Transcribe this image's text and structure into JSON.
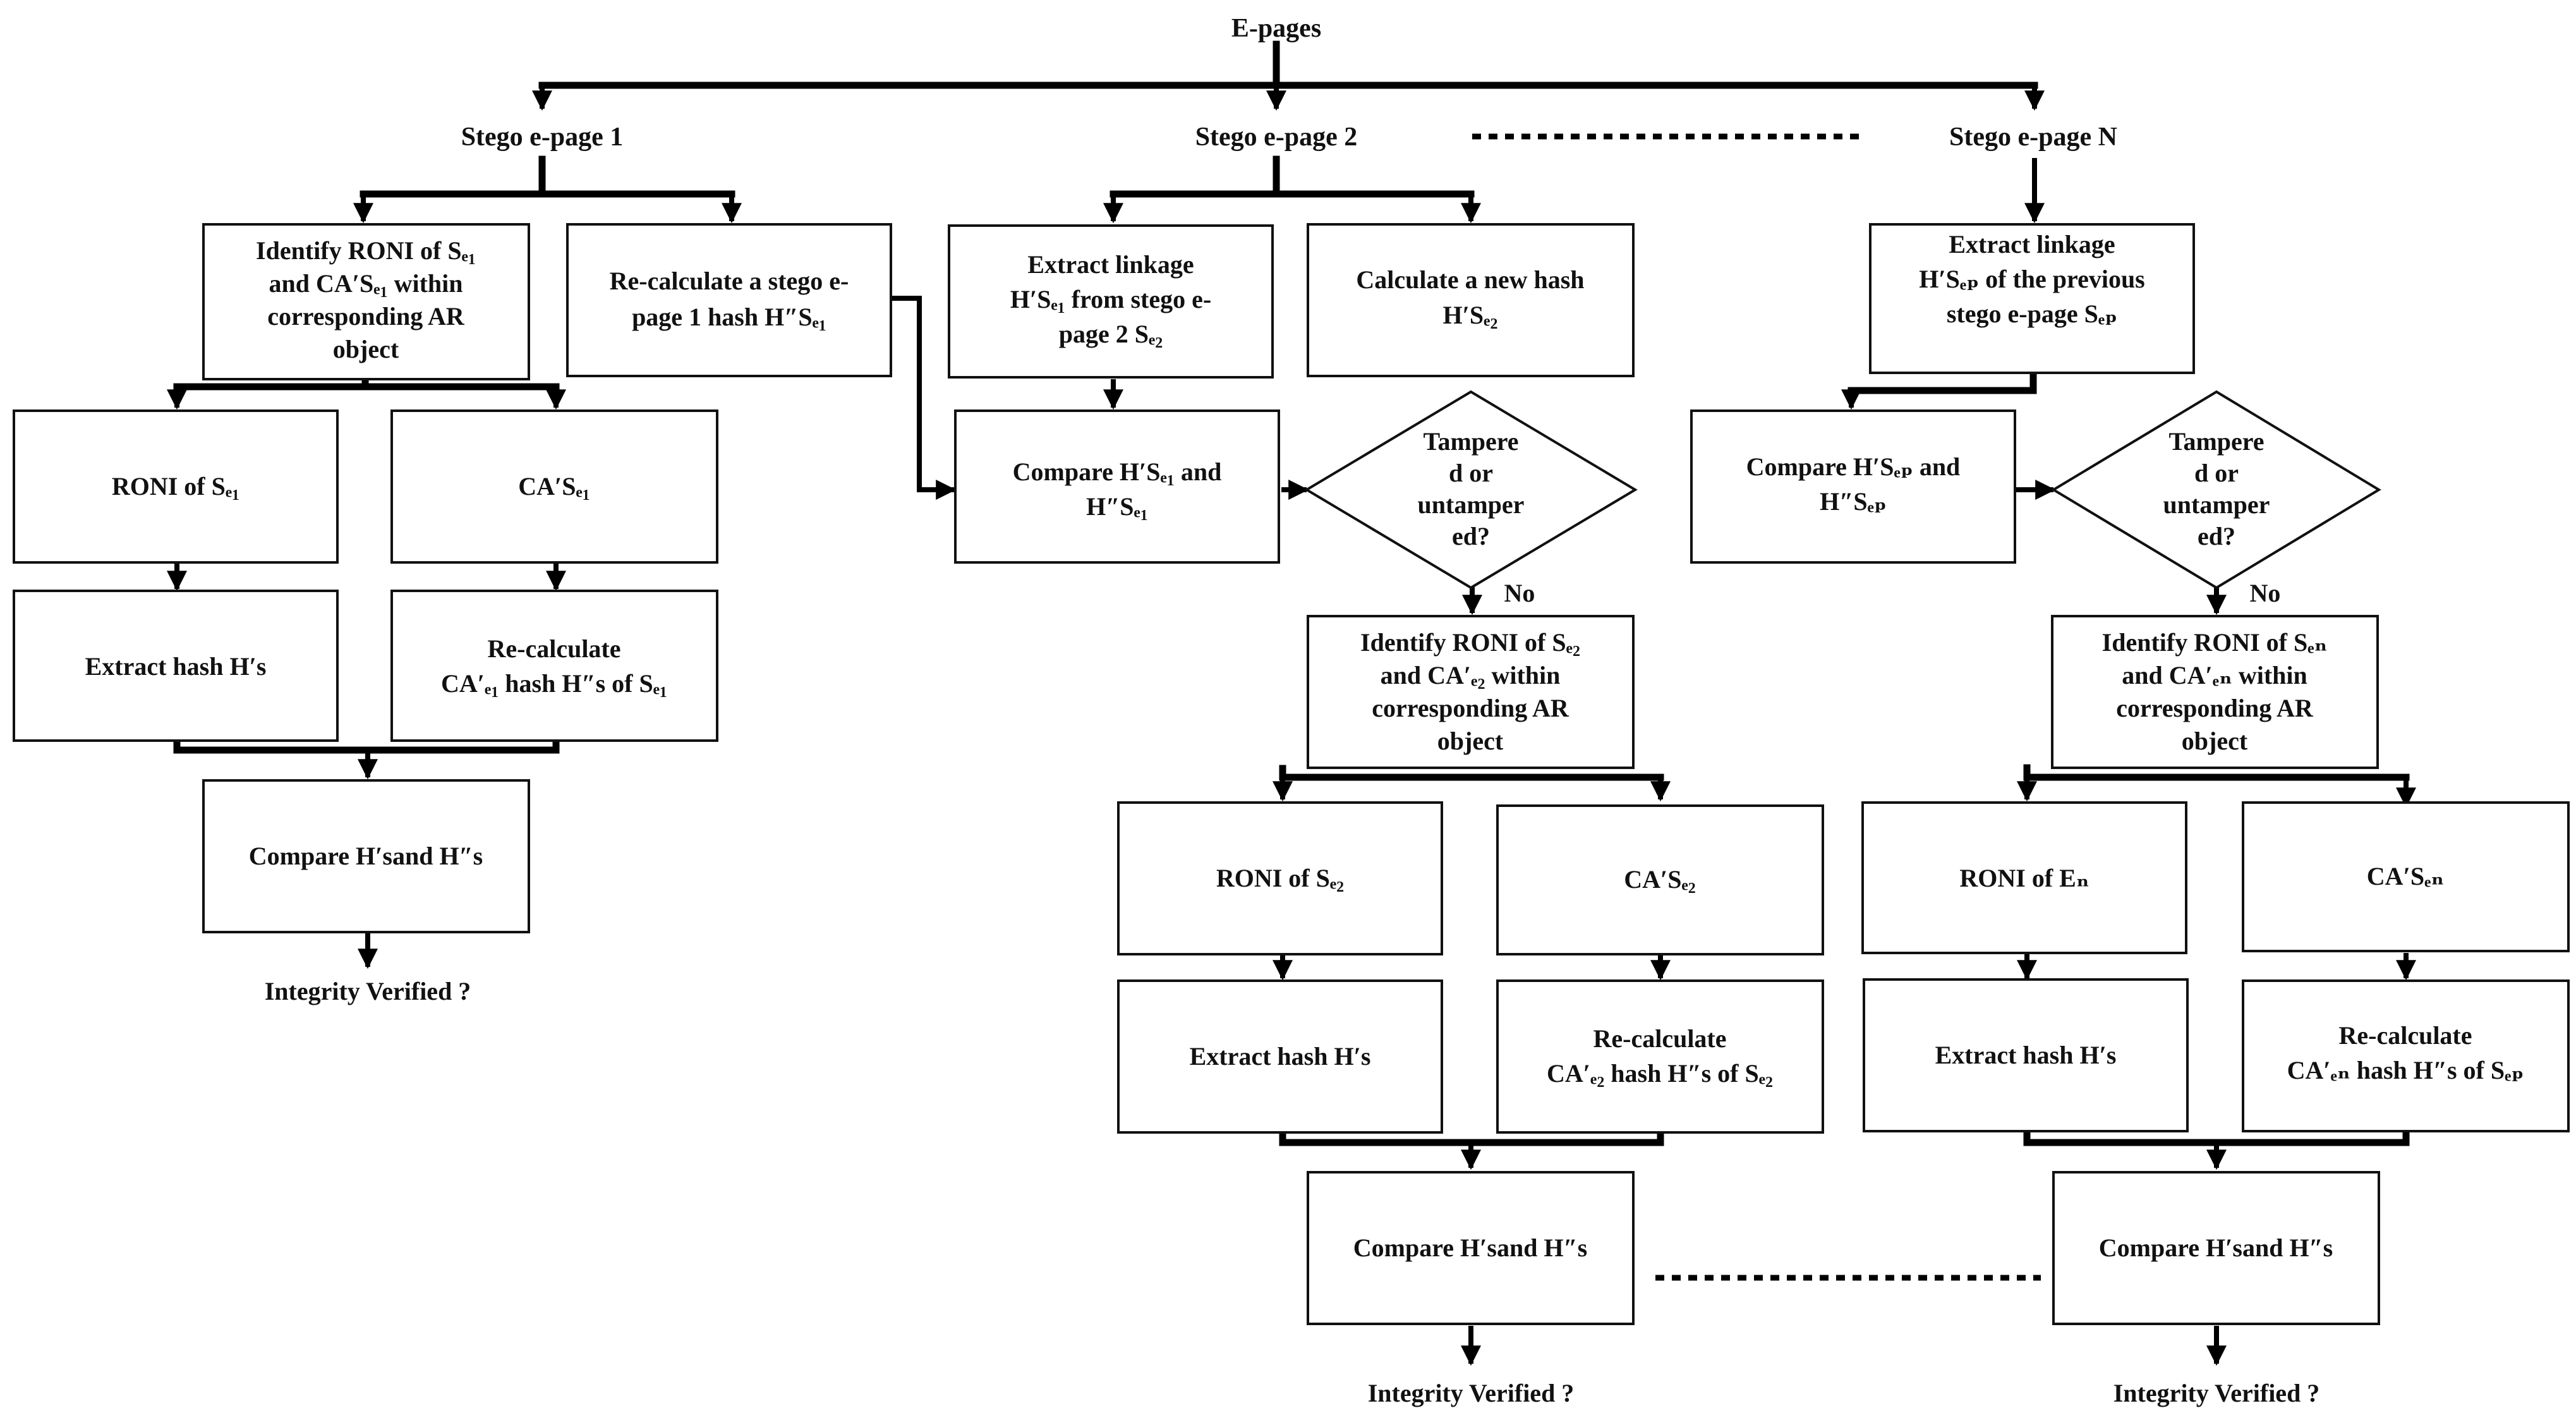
{
  "root": "E-pages",
  "columns": [
    {
      "title": "Stego e-page 1",
      "identify_box": [
        "Identify RONI of Sₑ₁",
        "and CA′Sₑ₁ within",
        "corresponding AR",
        "object"
      ],
      "recalc_stego_box": [
        "Re-calculate a stego e-",
        "page 1 hash H″Sₑ₁"
      ],
      "roni_box": "RONI of Sₑ₁",
      "ca_box": "CA′Sₑ₁",
      "extract_hash_box": "Extract hash H′s",
      "recalc_ca_box": [
        "Re-calculate",
        "CA′ₑ₁ hash H″s of Sₑ₁"
      ],
      "compare_box": "Compare H′sand H″s",
      "result": "Integrity Verified ?"
    },
    {
      "title": "Stego e-page 2",
      "extract_linkage_box": [
        "Extract linkage",
        "H′Sₑ₁ from stego e-",
        "page 2 Sₑ₂"
      ],
      "new_hash_box": [
        "Calculate a new hash",
        "H′Sₑ₂"
      ],
      "compare_linkage_box": [
        "Compare H′Sₑ₁ and",
        "H″Sₑ₁"
      ],
      "decision": [
        "Tampere",
        "d or",
        "untamper",
        "ed?"
      ],
      "decision_no": "No",
      "identify_box": [
        "Identify RONI of Sₑ₂",
        "and CA′ₑ₂ within",
        "corresponding AR",
        "object"
      ],
      "roni_box": "RONI of Sₑ₂",
      "ca_box": "CA′Sₑ₂",
      "extract_hash_box": "Extract hash H′s",
      "recalc_ca_box": [
        "Re-calculate",
        "CA′ₑ₂ hash H″s of Sₑ₂"
      ],
      "compare_box": "Compare H′sand H″s",
      "result": "Integrity Verified ?"
    },
    {
      "title": "Stego e-page N",
      "extract_linkage_box": [
        "Extract linkage",
        "H′Sₑₚ of the previous",
        "stego e-page Sₑₚ"
      ],
      "compare_linkage_box": [
        "Compare H′Sₑₚ and",
        "H″Sₑₚ"
      ],
      "decision": [
        "Tampere",
        "d or",
        "untamper",
        "ed?"
      ],
      "decision_no": "No",
      "identify_box": [
        "Identify RONI of Sₑₙ",
        "and CA′ₑₙ within",
        "corresponding AR",
        "object"
      ],
      "roni_box": "RONI of Eₙ",
      "ca_box": "CA′Sₑₙ",
      "extract_hash_box": "Extract hash H′s",
      "recalc_ca_box": [
        "Re-calculate",
        "CA′ₑₙ hash H″s of Sₑₚ"
      ],
      "compare_box": "Compare H′sand H″s",
      "result": "Integrity Verified ?"
    }
  ]
}
